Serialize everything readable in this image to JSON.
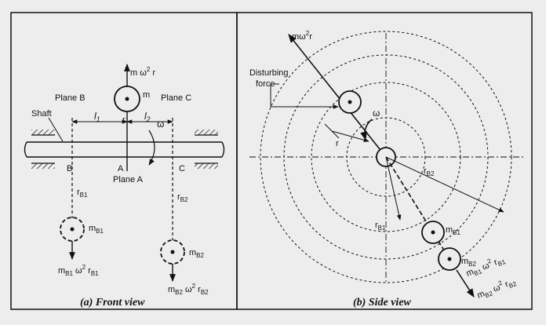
{
  "front_view": {
    "caption": "(a) Front view",
    "mass_force_label": "m ω",
    "mass_force_sup": "2",
    "mass_force_tail": " r",
    "mass_label": "m",
    "plane_b": "Plane B",
    "plane_c": "Plane C",
    "plane_a": "Plane A",
    "shaft": "Shaft",
    "l1": "l",
    "l1_sub": "1",
    "l2": "l",
    "l2_sub": "2",
    "r_label": "r",
    "omega": "ω",
    "point_b": "B",
    "point_a": "A",
    "point_c": "C",
    "rb1": "r",
    "rb1_sub": "B1",
    "rb2": "r",
    "rb2_sub": "B2",
    "mb1": "m",
    "mb1_sub": "B1",
    "mb2": "m",
    "mb2_sub": "B2",
    "force_b1": {
      "m": "m",
      "m_sub": "B1",
      "w": " ω",
      "sup": "2",
      "r": " r",
      "r_sub": "B1"
    },
    "force_b2": {
      "m": "m",
      "m_sub": "B2",
      "w": " ω",
      "sup": "2",
      "r": " r",
      "r_sub": "B2"
    }
  },
  "side_view": {
    "caption": "(b) Side view",
    "force_label": "mω",
    "force_sup": "2",
    "force_tail": "r",
    "disturbing_1": "Disturbing",
    "disturbing_2": "force",
    "omega": "ω",
    "r_label": "r",
    "rb2": "r",
    "rb2_sub": "B2",
    "rb1": "r",
    "rb1_sub": "B1",
    "mb1": "m",
    "mb1_sub": "B1",
    "mb2": "m",
    "mb2_sub": "B2",
    "force_b1": {
      "m": "m",
      "m_sub": "B1",
      "w": " ω",
      "sup": "2",
      "r": " r",
      "r_sub": "B1"
    },
    "force_b2": {
      "m": "m",
      "m_sub": "B2",
      "w": " ω",
      "sup": "2",
      "r": " r",
      "r_sub": "B2"
    }
  }
}
